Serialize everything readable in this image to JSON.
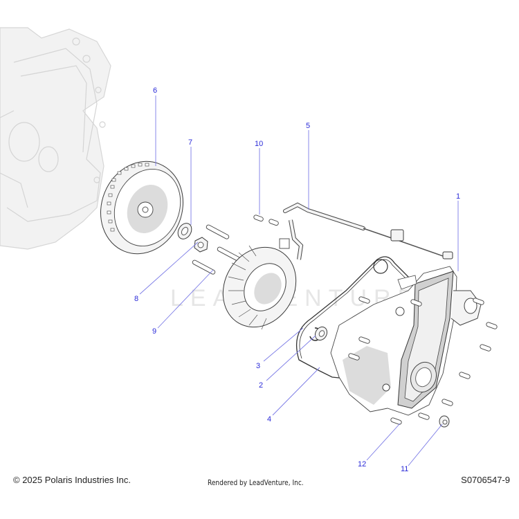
{
  "diagram": {
    "title": "Exploded parts diagram - stator, flywheel and cover assembly",
    "watermark": "LEADVENTURE",
    "callouts": [
      {
        "id": "1",
        "label": "1",
        "part": "cover-housing"
      },
      {
        "id": "2",
        "label": "2",
        "part": "bearing"
      },
      {
        "id": "3",
        "label": "3",
        "part": "snap-ring"
      },
      {
        "id": "4",
        "label": "4",
        "part": "gasket"
      },
      {
        "id": "5",
        "label": "5",
        "part": "wire-harness-sensor"
      },
      {
        "id": "6",
        "label": "6",
        "part": "flywheel"
      },
      {
        "id": "7",
        "label": "7",
        "part": "washer"
      },
      {
        "id": "8",
        "label": "8",
        "part": "nut"
      },
      {
        "id": "9",
        "label": "9",
        "part": "flywheel-bolt"
      },
      {
        "id": "10",
        "label": "10",
        "part": "stator-screw"
      },
      {
        "id": "11",
        "label": "11",
        "part": "flange-nut"
      },
      {
        "id": "12",
        "label": "12",
        "part": "cover-bolt"
      }
    ],
    "colors": {
      "callout": "#2a2ad8",
      "leader": "#7a7ae6",
      "ghost_engine": "#d6d6d6"
    }
  },
  "footer": {
    "copyright": "© 2025 Polaris Industries Inc.",
    "rendered_by": "Rendered by LeadVenture, Inc.",
    "drawing_id": "S0706547-9"
  }
}
